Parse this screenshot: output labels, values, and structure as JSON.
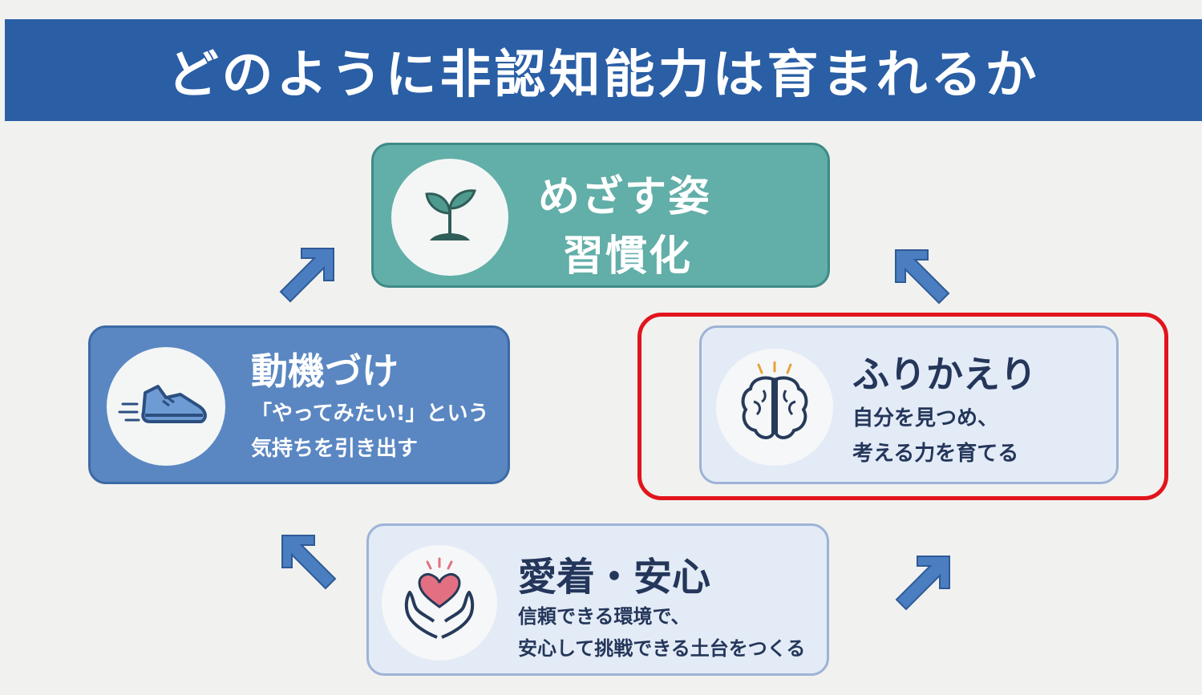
{
  "title": "どのように非認知能力は育まれるか",
  "top": {
    "line1": "めざす姿",
    "line2": "習慣化",
    "icon": "sprout-icon"
  },
  "left": {
    "title": "動機づけ",
    "desc1": "「やってみたい!」という",
    "desc2": "気持ちを引き出す",
    "icon": "running-shoe-icon"
  },
  "right": {
    "title": "ふりかえり",
    "desc1": "自分を見つめ、",
    "desc2": "考える力を育てる",
    "icon": "brain-icon"
  },
  "bottom": {
    "title": "愛着・安心",
    "desc1": "信頼できる環境で、",
    "desc2": "安心して挑戦できる土台をつくる",
    "icon": "heart-hands-icon"
  },
  "colors": {
    "banner": "#2a5ea5",
    "top_card": "#62aea8",
    "left_card": "#5a87c2",
    "light_card": "#e3ebf6",
    "arrow": "#4a7ec1",
    "highlight": "#e2141c"
  }
}
